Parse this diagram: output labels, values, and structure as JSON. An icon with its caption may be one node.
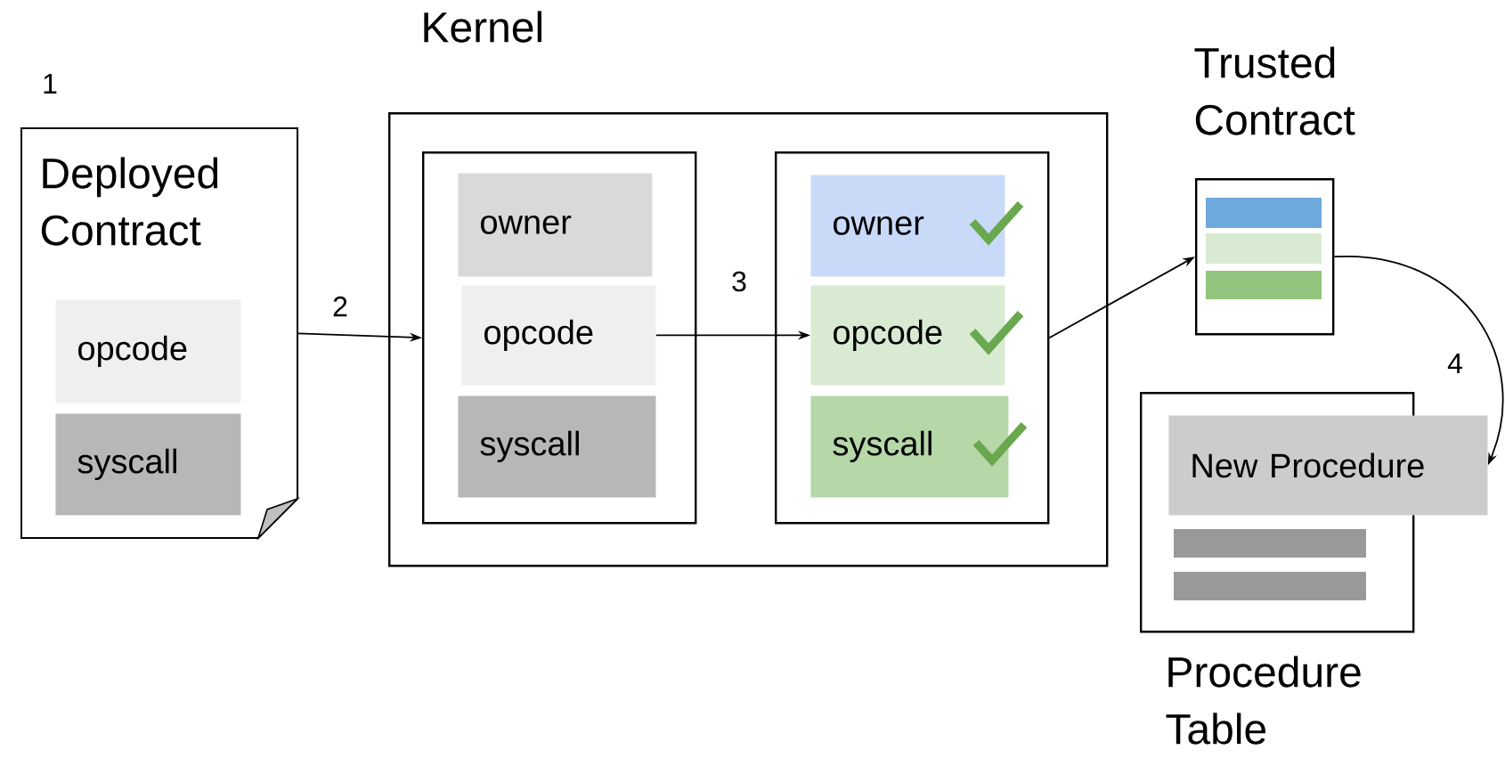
{
  "diagram": {
    "nodes": [
      {
        "text": [
          "Deployed Contract"
        ]
      },
      {
        "text": [
          "opcode"
        ],
        "in": 0
      },
      {
        "text": [
          "syscall"
        ],
        "in": 0
      },
      {
        "text": [
          "Kernel"
        ]
      },
      {
        "text": [],
        "shape": "box",
        "in": 3
      },
      {
        "text": [
          "owner"
        ],
        "in": 4
      },
      {
        "text": [
          "opcode"
        ],
        "in": 4
      },
      {
        "text": [
          "syscall"
        ],
        "in": 4
      },
      {
        "text": [],
        "shape": "box",
        "in": 3
      },
      {
        "text": [
          "owner"
        ],
        "in": 8
      },
      {
        "text": [
          "opcode"
        ],
        "in": 8
      },
      {
        "text": [
          "syscall"
        ],
        "in": 8
      },
      {
        "text": [
          "Trusted Contract"
        ]
      },
      {
        "text": [
          "Procedure Table"
        ]
      },
      {
        "text": [
          "New Procedure"
        ]
      }
    ],
    "edges": [
      {
        "from": 0,
        "to": 4,
        "arrow": "to",
        "label": "2"
      },
      {
        "from": 6,
        "to": 10,
        "arrow": "to",
        "label": "3"
      },
      {
        "from": 8,
        "to": 12,
        "arrow": "to"
      },
      {
        "from": 12,
        "to": 14,
        "arrow": "to",
        "label": "4"
      }
    ],
    "labels": [
      "1"
    ]
  }
}
